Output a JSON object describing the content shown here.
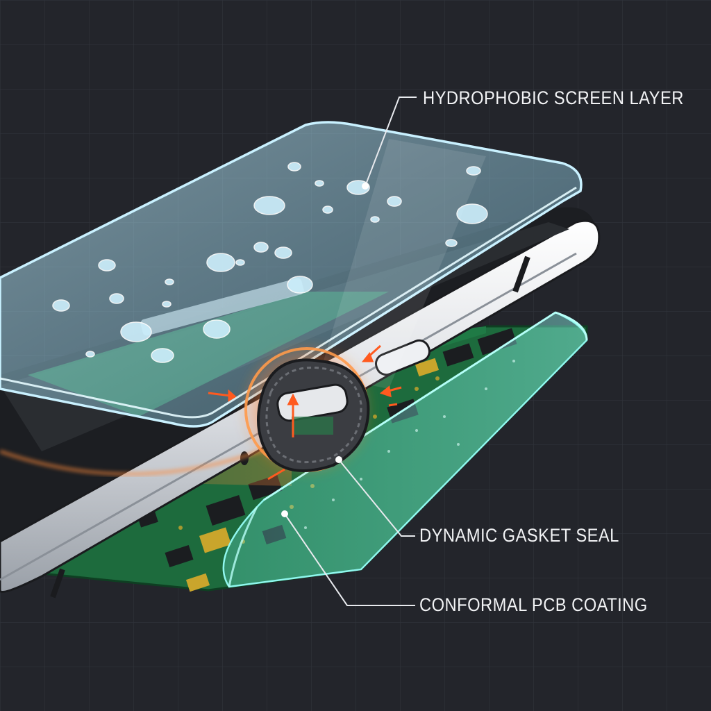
{
  "labels": {
    "screen_layer": "HYDROPHOBIC SCREEN LAYER",
    "gasket_seal": "DYNAMIC GASKET SEAL",
    "pcb_coating": "CONFORMAL PCB COATING"
  },
  "colors": {
    "background": "#23252b",
    "grid": "#30333b",
    "glass": "#9fdcf2",
    "glass_edge": "#c9f1ff",
    "phone_frame": "#dfe2e6",
    "pcb": "#1f7a45",
    "coating": "#5fe0d8",
    "seal_glow": "#ff7a2e",
    "arrow": "#ff5a1f",
    "label_text": "#f2f3f5",
    "leader_line": "#e8eaee"
  }
}
